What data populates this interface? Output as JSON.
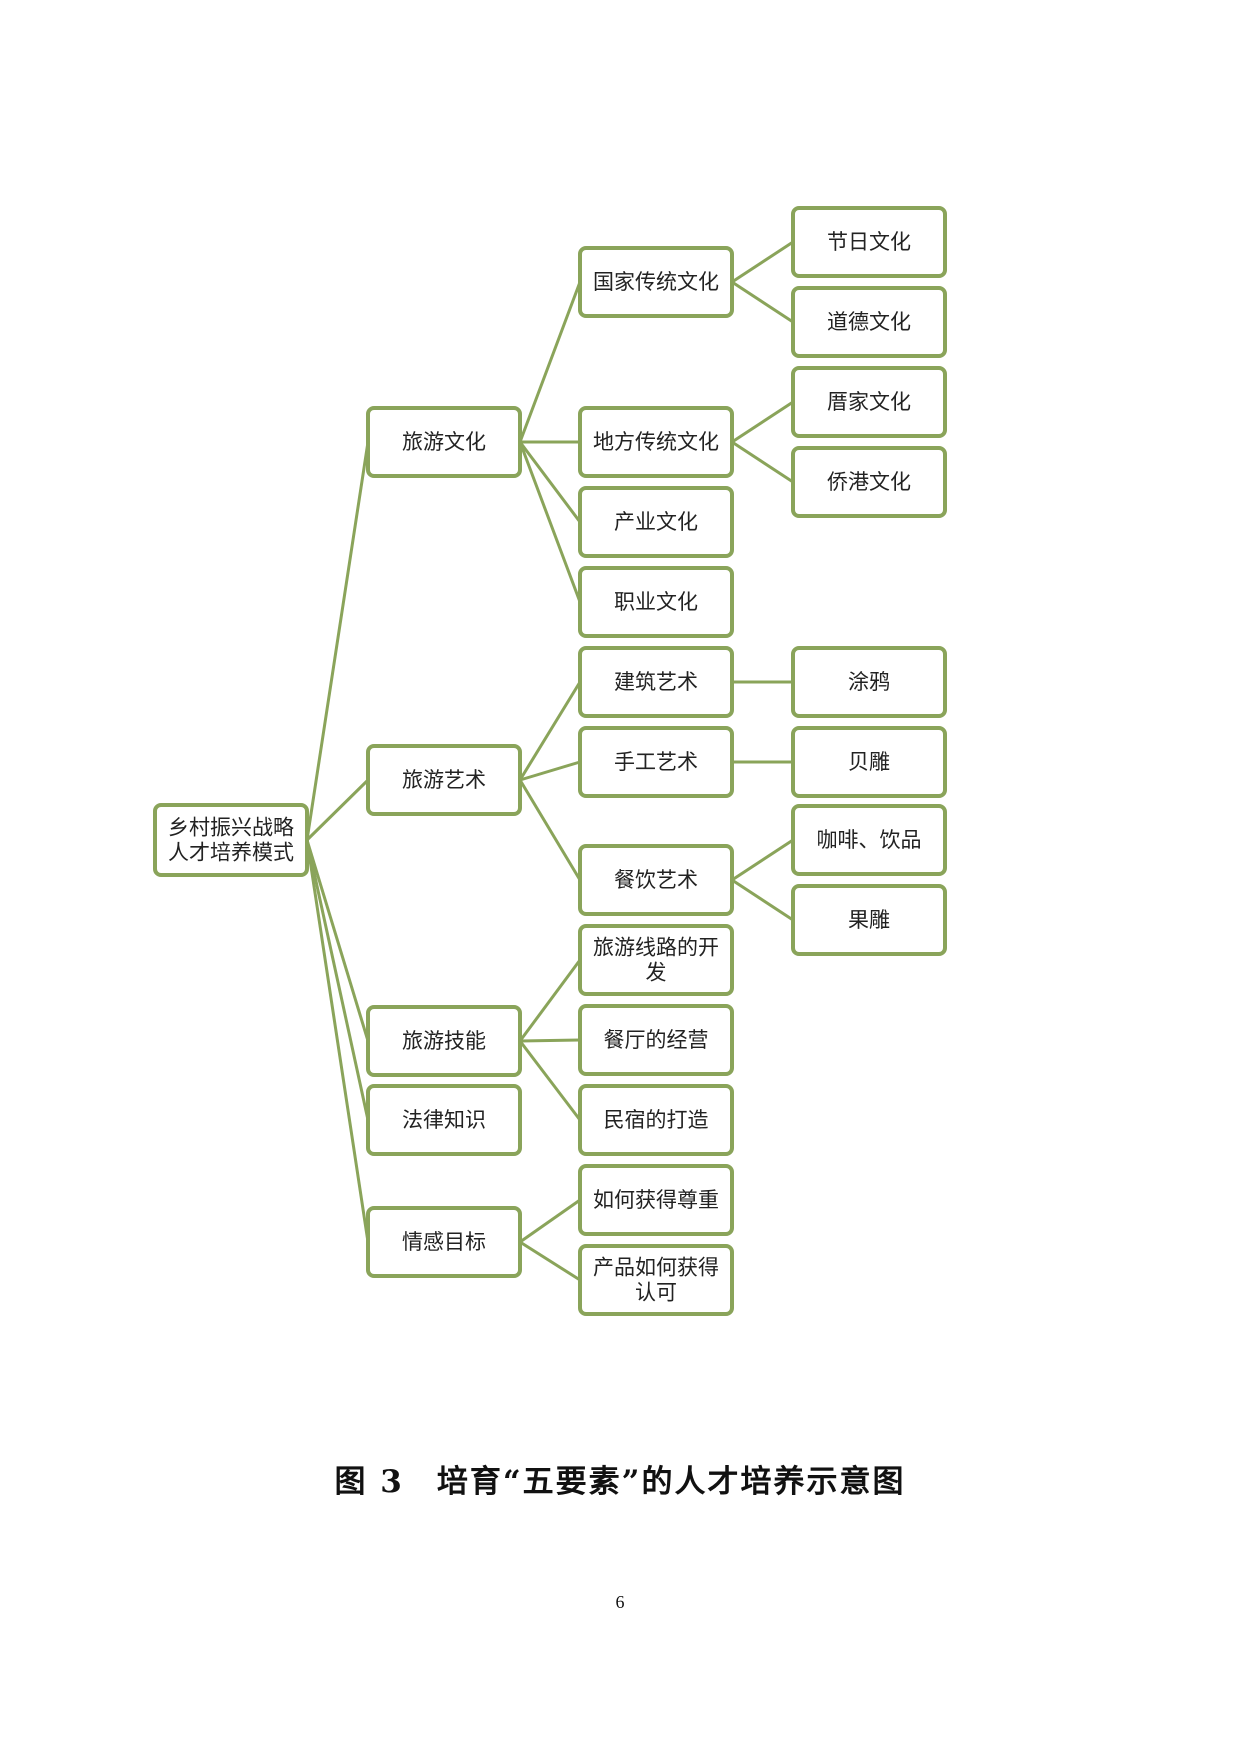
{
  "diagram": {
    "root": {
      "id": "root",
      "label": "乡村振兴战略人才培养模式"
    },
    "branches": [
      {
        "id": "b1",
        "label": "旅游文化"
      },
      {
        "id": "b2",
        "label": "旅游艺术"
      },
      {
        "id": "b3",
        "label": "旅游技能"
      },
      {
        "id": "b4",
        "label": "法律知识"
      },
      {
        "id": "b5",
        "label": "情感目标"
      }
    ],
    "level2": [
      {
        "id": "c1",
        "label": "国家传统文化",
        "parent": "b1"
      },
      {
        "id": "c2",
        "label": "地方传统文化",
        "parent": "b1"
      },
      {
        "id": "c3",
        "label": "产业文化",
        "parent": "b1"
      },
      {
        "id": "c4",
        "label": "职业文化",
        "parent": "b1"
      },
      {
        "id": "c5",
        "label": "建筑艺术",
        "parent": "b2"
      },
      {
        "id": "c6",
        "label": "手工艺术",
        "parent": "b2"
      },
      {
        "id": "c7",
        "label": "餐饮艺术",
        "parent": "b2"
      },
      {
        "id": "c8",
        "label": "旅游线路的开发",
        "parent": "b3"
      },
      {
        "id": "c9",
        "label": "餐厅的经营",
        "parent": "b3"
      },
      {
        "id": "c10",
        "label": "民宿的打造",
        "parent": "b3"
      },
      {
        "id": "c11",
        "label": "如何获得尊重",
        "parent": "b5"
      },
      {
        "id": "c12",
        "label": "产品如何获得认可",
        "parent": "b5"
      }
    ],
    "level3": [
      {
        "id": "d1",
        "label": "节日文化",
        "parent": "c1"
      },
      {
        "id": "d2",
        "label": "道德文化",
        "parent": "c1"
      },
      {
        "id": "d3",
        "label": "厝家文化",
        "parent": "c2"
      },
      {
        "id": "d4",
        "label": "侨港文化",
        "parent": "c2"
      },
      {
        "id": "d5",
        "label": "涂鸦",
        "parent": "c5"
      },
      {
        "id": "d6",
        "label": "贝雕",
        "parent": "c6"
      },
      {
        "id": "d7",
        "label": "咖啡、饮品",
        "parent": "c7"
      },
      {
        "id": "d8",
        "label": "果雕",
        "parent": "c7"
      }
    ]
  },
  "caption": "图 3　培育“五要素”的人才培养示意图",
  "page_number": "6",
  "colors": {
    "line": "#8aa45a",
    "box_fill": "#ffffff",
    "text": "#222222"
  }
}
